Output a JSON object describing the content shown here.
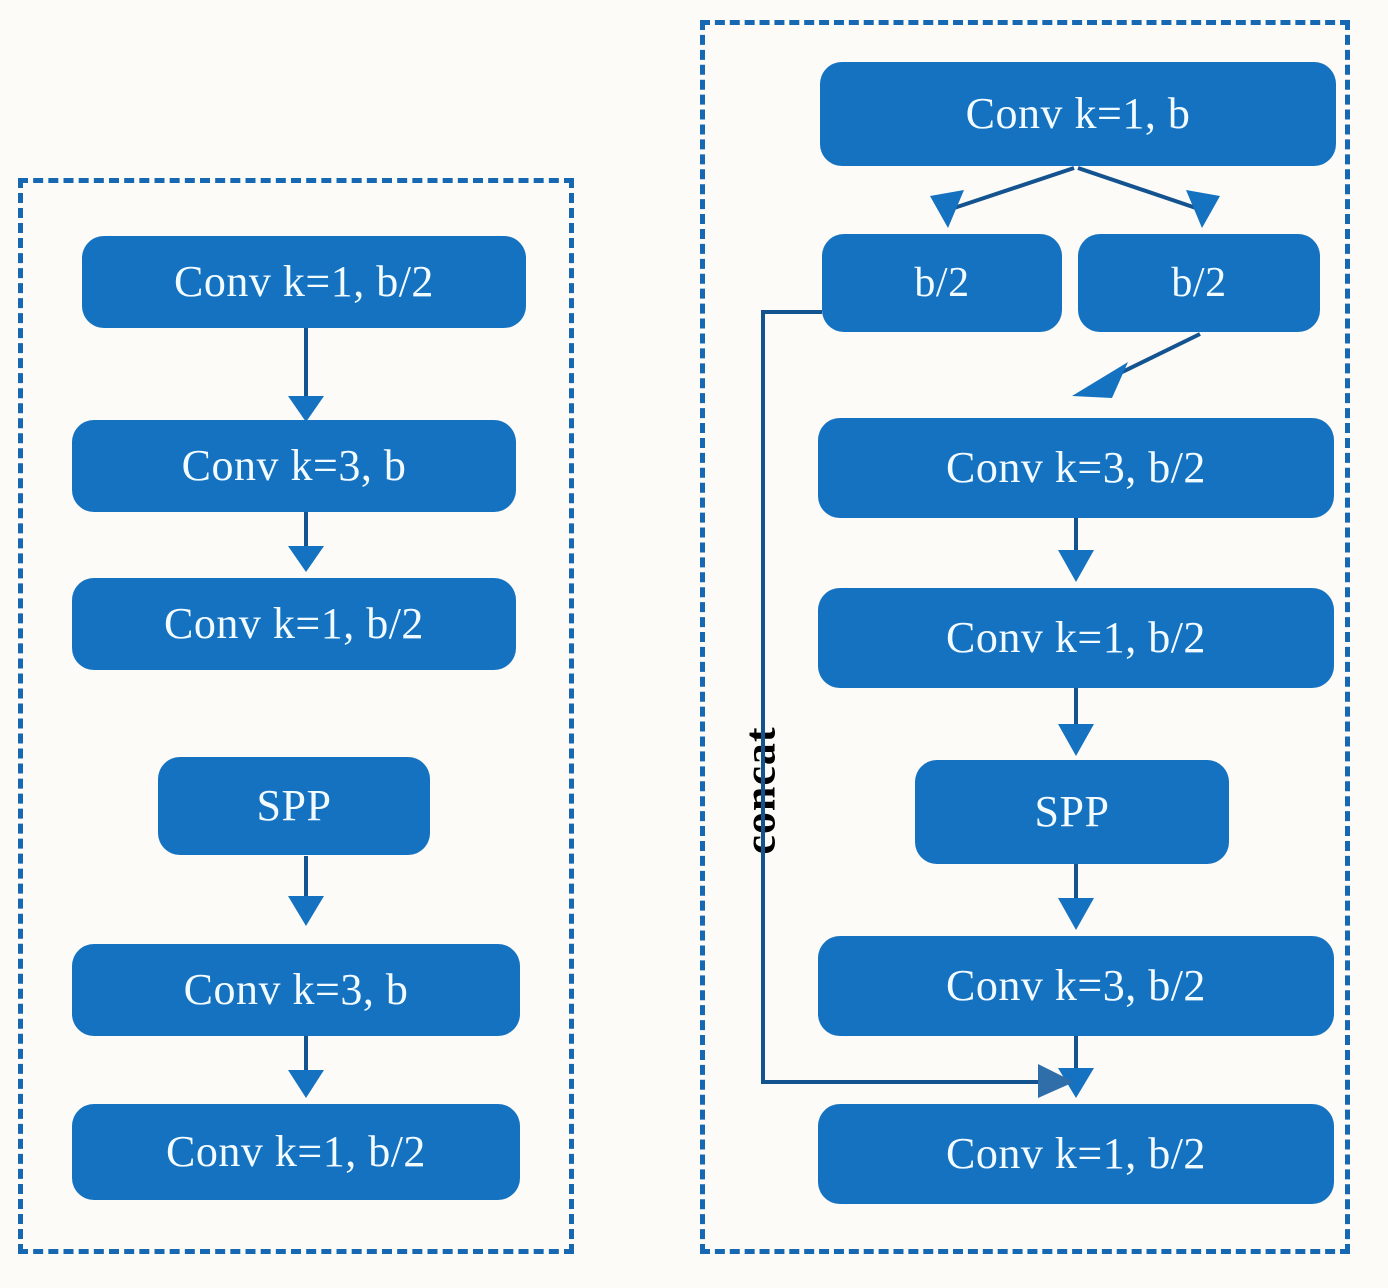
{
  "figure": {
    "type": "diagram",
    "subject": "CSP-SPP neural network block comparison",
    "background_color": "#fdfbf8",
    "node_color": "#1472c0",
    "node_text_color": "#f2fbff",
    "panel_border_color": "#1668b3",
    "edge_color": "#13538f"
  },
  "panels": [
    {
      "id": "left",
      "name": "standard-spp-block",
      "nodes": [
        {
          "id": "l1",
          "label": "Conv k=1, b/2"
        },
        {
          "id": "l2",
          "label": "Conv k=3, b"
        },
        {
          "id": "l3",
          "label": "Conv k=1, b/2"
        },
        {
          "id": "l4",
          "label": "SPP"
        },
        {
          "id": "l5",
          "label": "Conv k=3, b"
        },
        {
          "id": "l6",
          "label": "Conv k=1, b/2"
        }
      ],
      "edges": [
        {
          "from": "l1",
          "to": "l2",
          "kind": "arrow"
        },
        {
          "from": "l2",
          "to": "l3",
          "kind": "arrow"
        },
        {
          "from": "l4",
          "to": "l5",
          "kind": "arrow"
        },
        {
          "from": "l5",
          "to": "l6",
          "kind": "arrow"
        }
      ]
    },
    {
      "id": "right",
      "name": "cross-stage-partial-spp-block",
      "nodes": [
        {
          "id": "r1",
          "label": "Conv k=1, b"
        },
        {
          "id": "r2a",
          "label": "b/2"
        },
        {
          "id": "r2b",
          "label": "b/2"
        },
        {
          "id": "r3",
          "label": "Conv k=3, b/2"
        },
        {
          "id": "r4",
          "label": "Conv k=1, b/2"
        },
        {
          "id": "r5",
          "label": "SPP"
        },
        {
          "id": "r6",
          "label": "Conv k=3, b/2"
        },
        {
          "id": "r7",
          "label": "Conv k=1, b/2"
        }
      ],
      "edges": [
        {
          "from": "r1",
          "to": "r2a",
          "kind": "split-arrow"
        },
        {
          "from": "r1",
          "to": "r2b",
          "kind": "split-arrow"
        },
        {
          "from": "r2b",
          "to": "r3",
          "kind": "diagonal-arrow"
        },
        {
          "from": "r3",
          "to": "r4",
          "kind": "arrow"
        },
        {
          "from": "r4",
          "to": "r5",
          "kind": "arrow"
        },
        {
          "from": "r5",
          "to": "r6",
          "kind": "arrow"
        },
        {
          "from": "r6",
          "to": "r7",
          "kind": "arrow"
        },
        {
          "from": "r2a",
          "to": "r7",
          "kind": "skip-connection",
          "label": "concat"
        }
      ],
      "annotations": [
        {
          "id": "concat",
          "text": "concat",
          "orientation": "vertical"
        }
      ]
    }
  ]
}
